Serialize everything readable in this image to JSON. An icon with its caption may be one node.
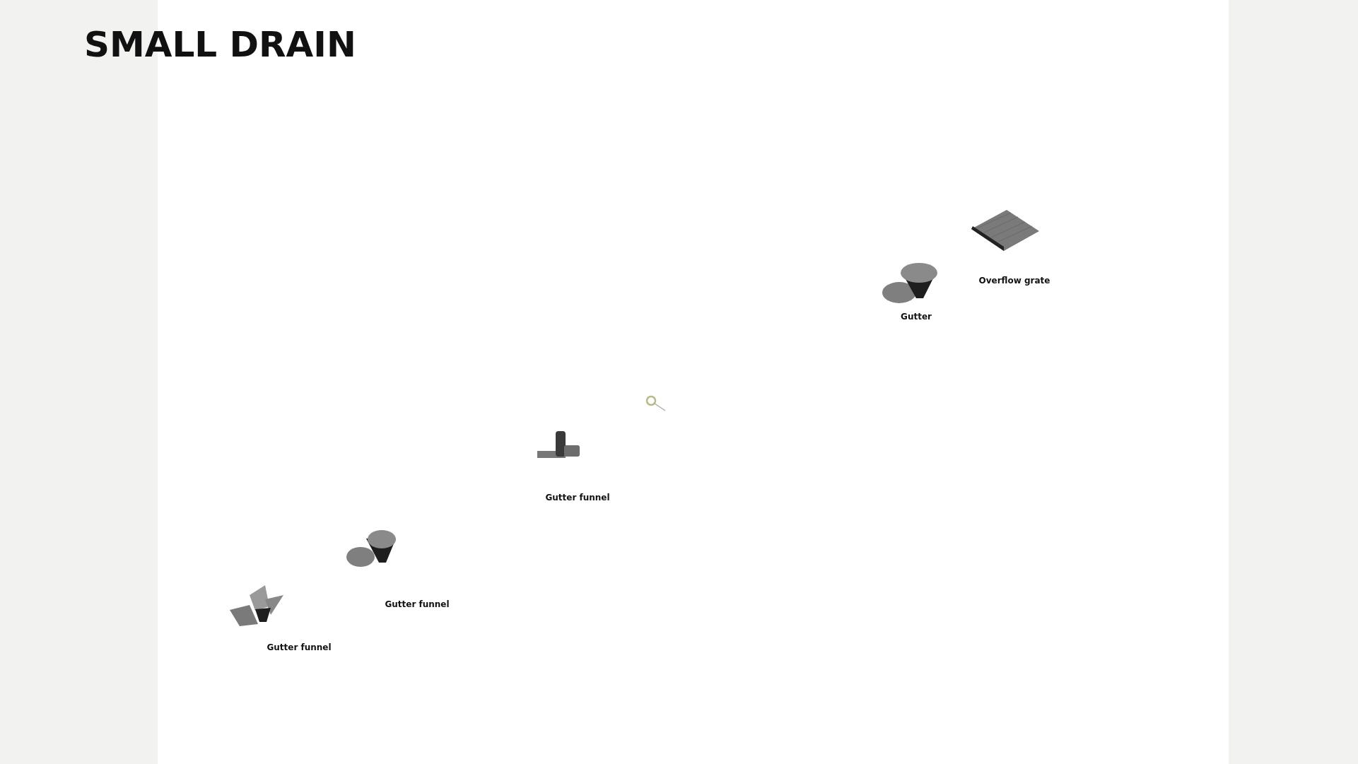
{
  "diagram": {
    "title": "SMALL DRAIN",
    "labels": [
      "Overflow grate",
      "Gutter",
      "Gutter funnel",
      "Gutter funnel",
      "Gutter funnel"
    ]
  }
}
